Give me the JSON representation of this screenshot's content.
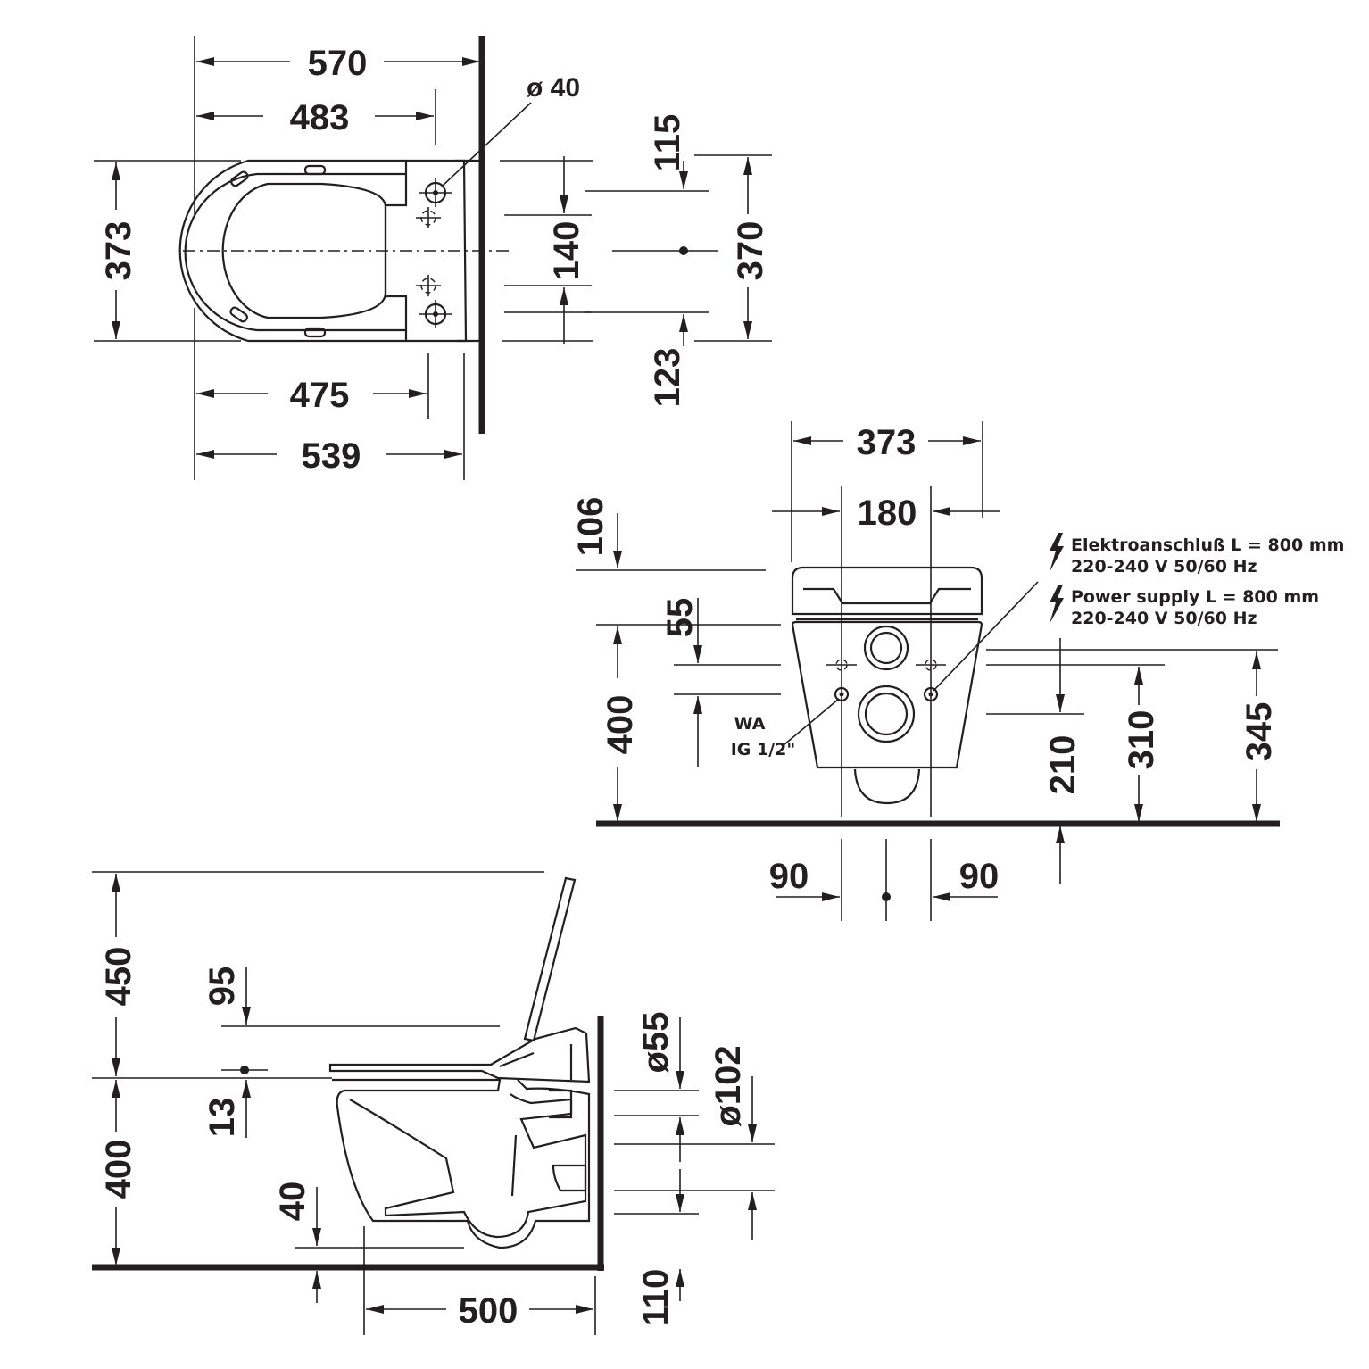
{
  "top_view": {
    "dims": {
      "d570": "570",
      "d483": "483",
      "d40": "ø 40",
      "d115": "115",
      "d373": "373",
      "d140": "140",
      "d370": "370",
      "d123": "123",
      "d475": "475",
      "d539": "539"
    }
  },
  "front_view": {
    "dims": {
      "d373": "373",
      "d180": "180",
      "d106": "106",
      "d55": "55",
      "d400": "400",
      "d210": "210",
      "d310": "310",
      "d345": "345",
      "d90_left": "90",
      "d90_right": "90"
    },
    "wa_label": "WA",
    "wa_thread": "IG 1/2\"",
    "power_de": "Elektroanschluß L = 800 mm",
    "power_de_spec": "220-240 V  50/60 Hz",
    "power_en": "Power supply L = 800 mm",
    "power_en_spec": "220-240 V  50/60 Hz"
  },
  "side_view": {
    "dims": {
      "d450": "450",
      "d95": "95",
      "d13": "13",
      "d400": "400",
      "d40": "40",
      "d55": "ø55",
      "d102": "ø102",
      "d500": "500",
      "d110": "110"
    }
  },
  "icons": [
    "lightning-icon",
    "lightning-icon"
  ],
  "colors": {
    "ink": "#231f20",
    "paper": "#ffffff"
  }
}
